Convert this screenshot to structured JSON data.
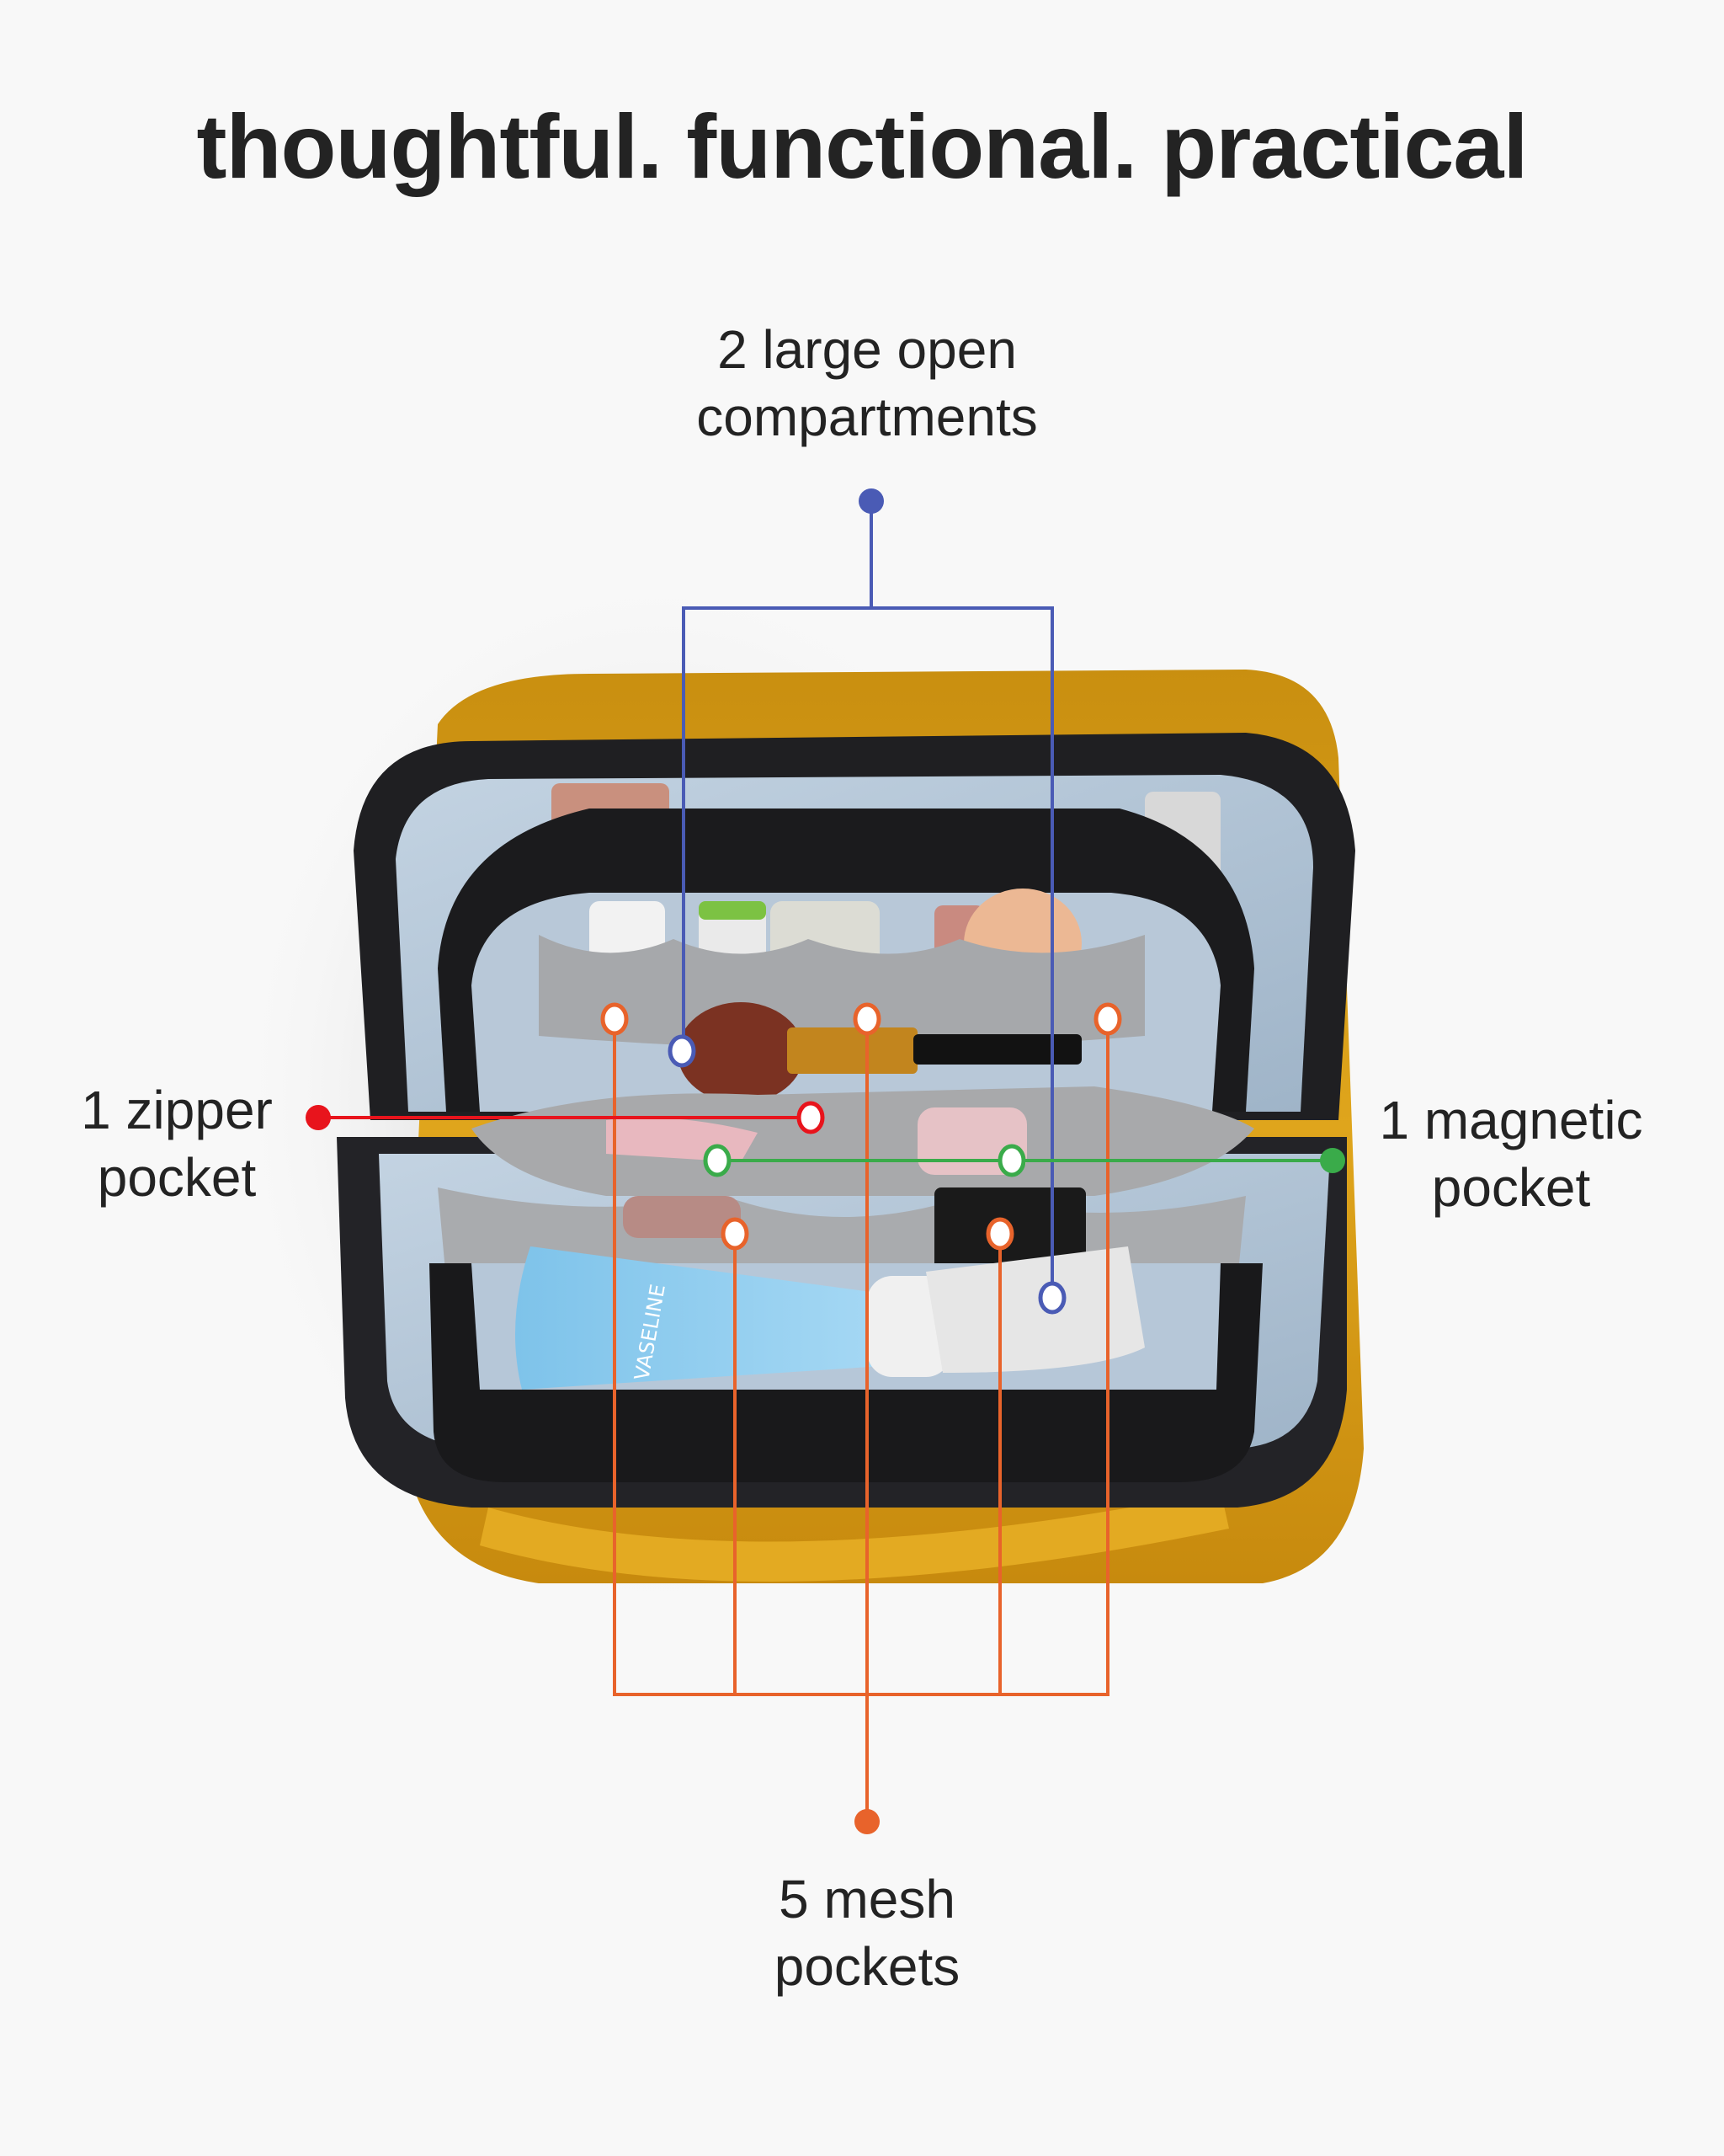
{
  "title": "thoughtful. functional. practical",
  "callouts": {
    "compartments": {
      "line1": "2 large open",
      "line2": "compartments",
      "color": "#4a5bb5",
      "hotspot_count": 2
    },
    "zipper": {
      "line1": "1 zipper",
      "line2": "pocket",
      "color": "#e8141c",
      "hotspot_count": 1
    },
    "magnetic": {
      "line1": "1 magnetic",
      "line2": "pocket",
      "color": "#3aab4a",
      "hotspot_count": 2
    },
    "mesh": {
      "line1": "5 mesh",
      "line2": "pockets",
      "color": "#e8632b",
      "hotspot_count": 5
    }
  },
  "product": {
    "description": "open toiletry bag, mustard yellow exterior with black zippers and light blue lining, filled with cosmetics",
    "colors": {
      "shell": "#d49a16",
      "zipper": "#1c1c1e",
      "lining": "#b9cbdc",
      "mesh": "#a9abae"
    }
  },
  "visible_item_text": [
    "VASELINE"
  ]
}
